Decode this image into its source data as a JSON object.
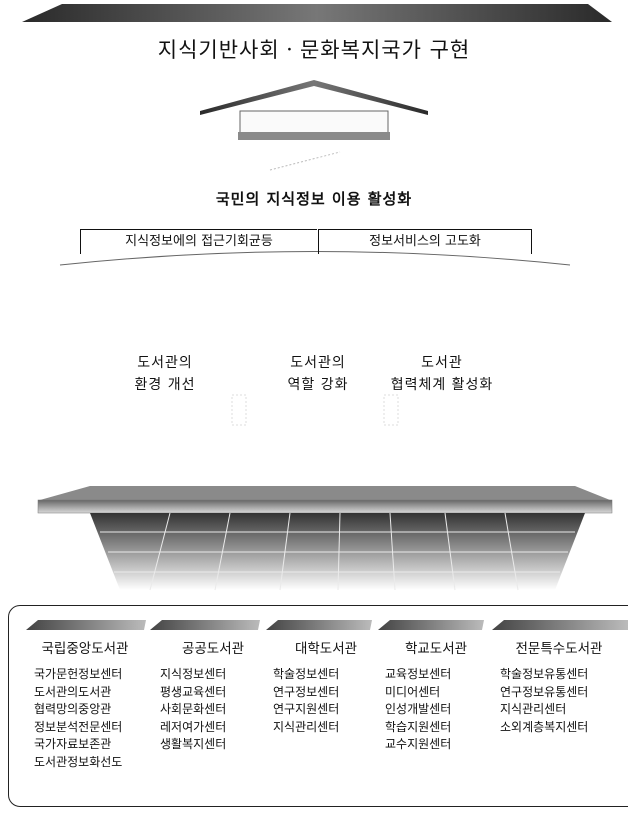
{
  "diagram": {
    "title": "지식기반사회ㆍ문화복지국가 구현",
    "subtitle": "국민의 지식정보 이용 활성화",
    "goals": [
      {
        "label": "지식정보에의 접근기회균등"
      },
      {
        "label": "정보서비스의 고도화"
      }
    ],
    "pillars": [
      {
        "line1": "도서관의",
        "line2": "환경 개선"
      },
      {
        "line1": "도서관의",
        "line2": "역할 강화"
      },
      {
        "line1": "도서관",
        "line2": "협력체계 활성화"
      }
    ],
    "institutions": [
      {
        "name": "국립중앙도서관",
        "items": [
          "국가문헌정보센터",
          "도서관의도서관",
          "협력망의중앙관",
          "정보분석전문센터",
          "국가자료보존관",
          "도서관정보화선도"
        ]
      },
      {
        "name": "공공도서관",
        "items": [
          "지식정보센터",
          "평생교육센터",
          "사회문화센터",
          "레저여가센터",
          "생활복지센터"
        ]
      },
      {
        "name": "대학도서관",
        "items": [
          "학술정보센터",
          "연구정보센터",
          "연구지원센터",
          "지식관리센터"
        ]
      },
      {
        "name": "학교도서관",
        "items": [
          "교육정보센터",
          "미디어센터",
          "인성개발센터",
          "학습지원센터",
          "교수지원센터"
        ]
      },
      {
        "name": "전문특수도서관",
        "items": [
          "학술정보유통센터",
          "연구정보유통센터",
          "지식관리센터",
          "소외계층복지센터"
        ]
      }
    ]
  }
}
